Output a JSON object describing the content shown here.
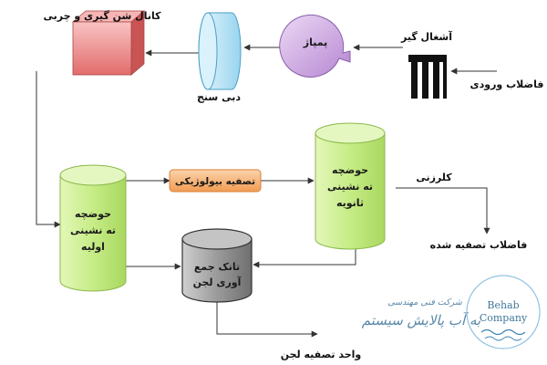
{
  "labels": {
    "sand_channel": "کانال شن گیری و چربی",
    "flow_meter": "دبی سنج",
    "pump": "پمپاژ",
    "screen": "آشغال گیر",
    "inflow": "فاضلاب ورودی",
    "primary_l1": "حوضچه",
    "primary_l2": "ته نشینی",
    "primary_l3": "اولیه",
    "bio": "تصفیه بیولوژیکی",
    "secondary_l1": "حوضچه",
    "secondary_l2": "ته نشینی",
    "secondary_l3": "ثانویه",
    "chlorine": "کلرزنی",
    "treated": "فاضلاب تصفیه شده",
    "sludge_l1": "تانک جمع",
    "sludge_l2": "آوری لجن",
    "sludge_unit": "واحد تصفیه لجن"
  },
  "watermark": {
    "logo_top": "Behab",
    "logo_bottom": "Company",
    "line1": "شرکت فنی مهندسی",
    "line2": "به آب پالایش سیستم"
  },
  "colors": {
    "sand_channel": "#e87a7a",
    "flow_meter": "#bfe6f5",
    "pump": "#c69ddc",
    "primary": "#c8ec8c",
    "secondary": "#c8ec8c",
    "bio": "#f6b47a",
    "sludge": "#9a9a9a",
    "logo": "#1f6fa8"
  }
}
